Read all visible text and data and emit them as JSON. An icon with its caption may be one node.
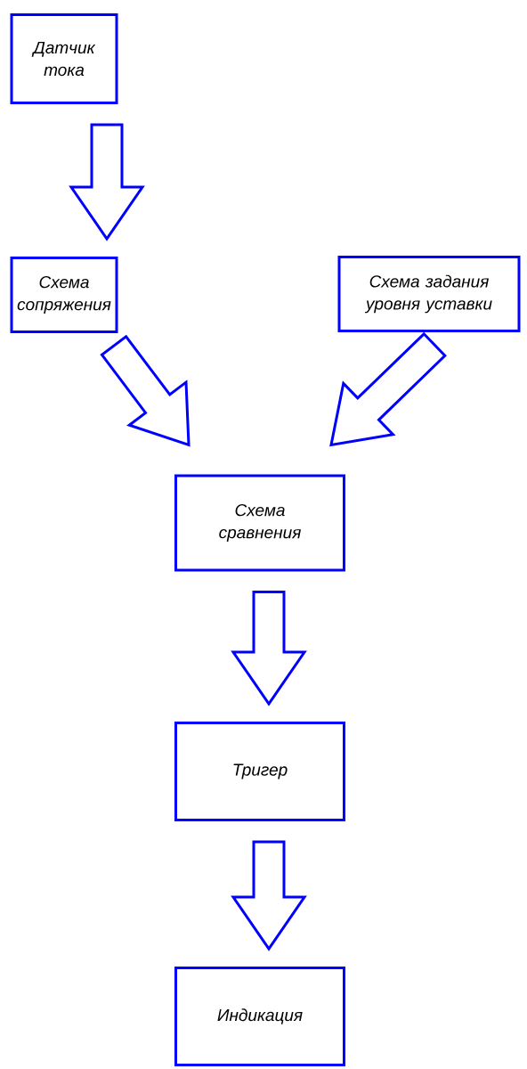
{
  "diagram": {
    "nodes": [
      {
        "text": [
          "Датчик тока"
        ]
      },
      {
        "text": [
          "Схема сопряжения"
        ]
      },
      {
        "text": [
          "Схема задания уровня уставки"
        ]
      },
      {
        "text": [
          "Схема сравнения"
        ]
      },
      {
        "text": [
          "Тригер"
        ]
      },
      {
        "text": [
          "Индикация"
        ]
      }
    ],
    "edges": [
      {
        "from": 0,
        "to": 1,
        "arrow": "to"
      },
      {
        "from": 1,
        "to": 3,
        "arrow": "to"
      },
      {
        "from": 2,
        "to": 3,
        "arrow": "to"
      },
      {
        "from": 3,
        "to": 4,
        "arrow": "to"
      },
      {
        "from": 4,
        "to": 5,
        "arrow": "to"
      }
    ]
  }
}
